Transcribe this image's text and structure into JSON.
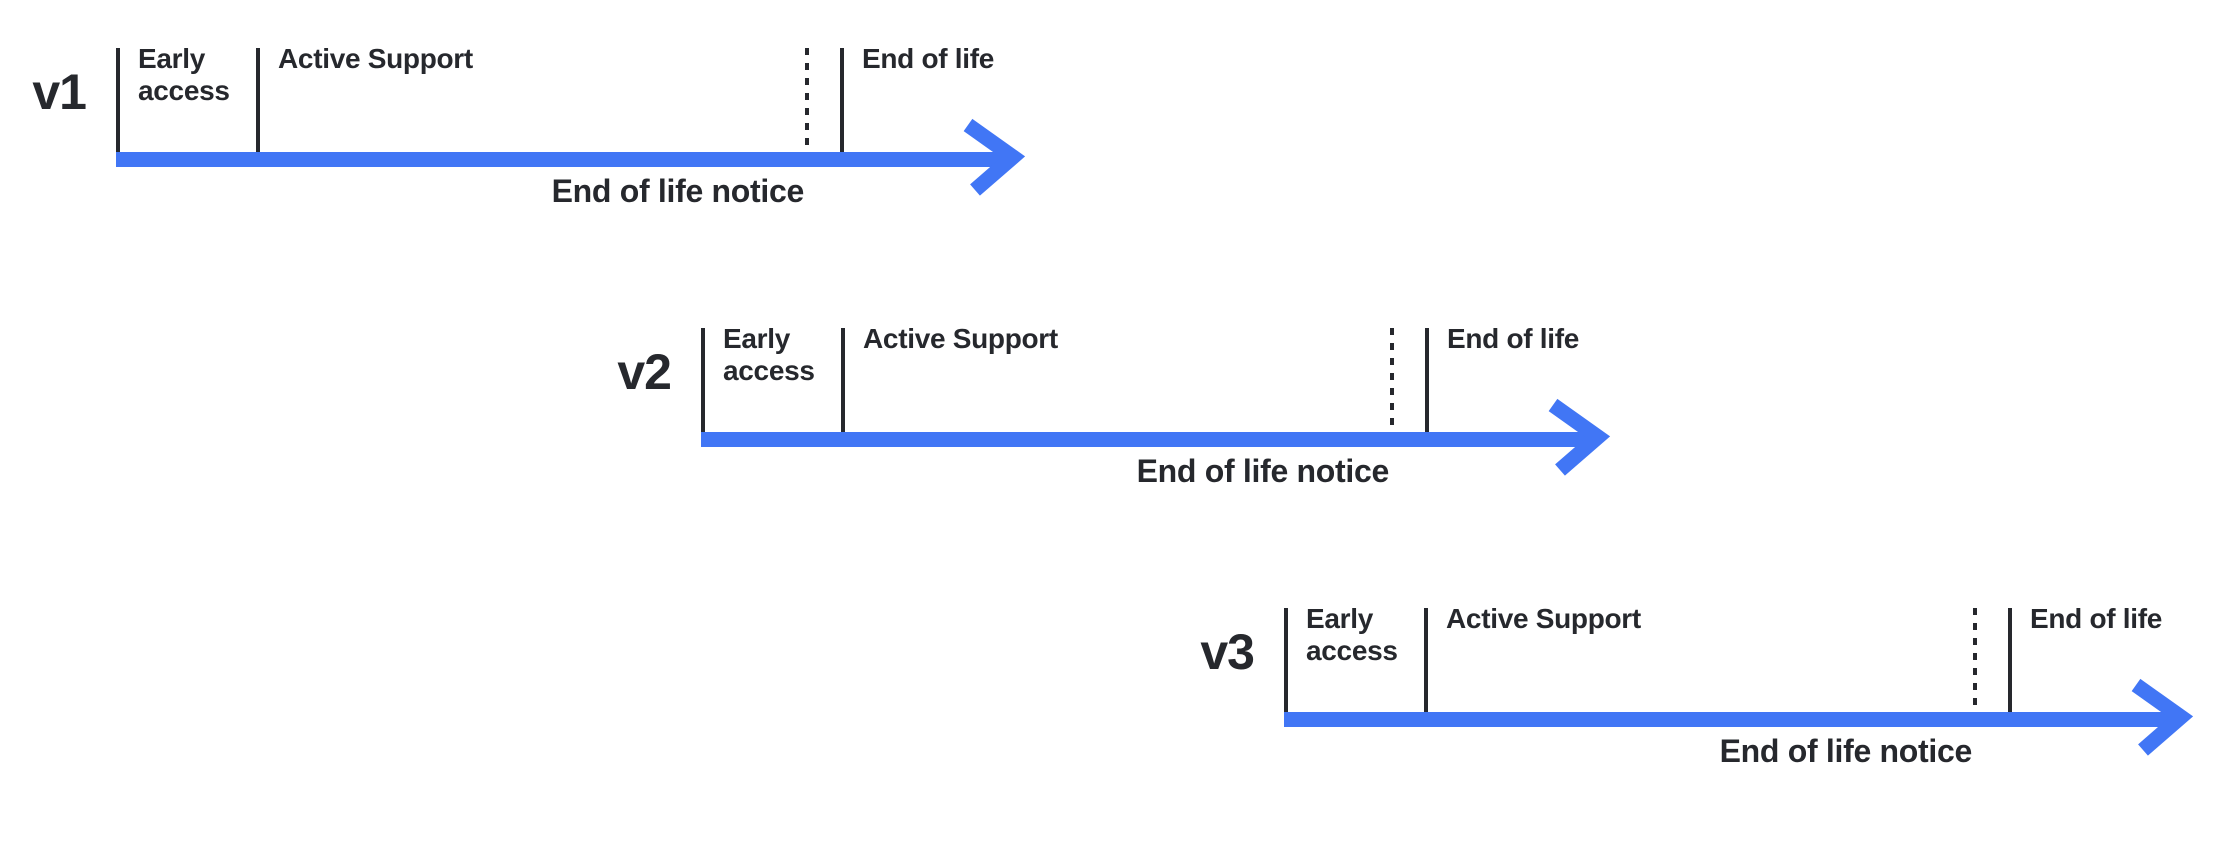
{
  "colors": {
    "arrow_blue": "#4176F5",
    "ink_dark": "#26282D"
  },
  "timelines": [
    {
      "version": "v1",
      "labels": {
        "early_access": "Early access",
        "active_support": "Active Support",
        "end_of_life": "End of life",
        "end_of_life_notice": "End of life notice"
      }
    },
    {
      "version": "v2",
      "labels": {
        "early_access": "Early access",
        "active_support": "Active Support",
        "end_of_life": "End of life",
        "end_of_life_notice": "End of life notice"
      }
    },
    {
      "version": "v3",
      "labels": {
        "early_access": "Early access",
        "active_support": "Active Support",
        "end_of_life": "End of life",
        "end_of_life_notice": "End of life notice"
      }
    }
  ]
}
